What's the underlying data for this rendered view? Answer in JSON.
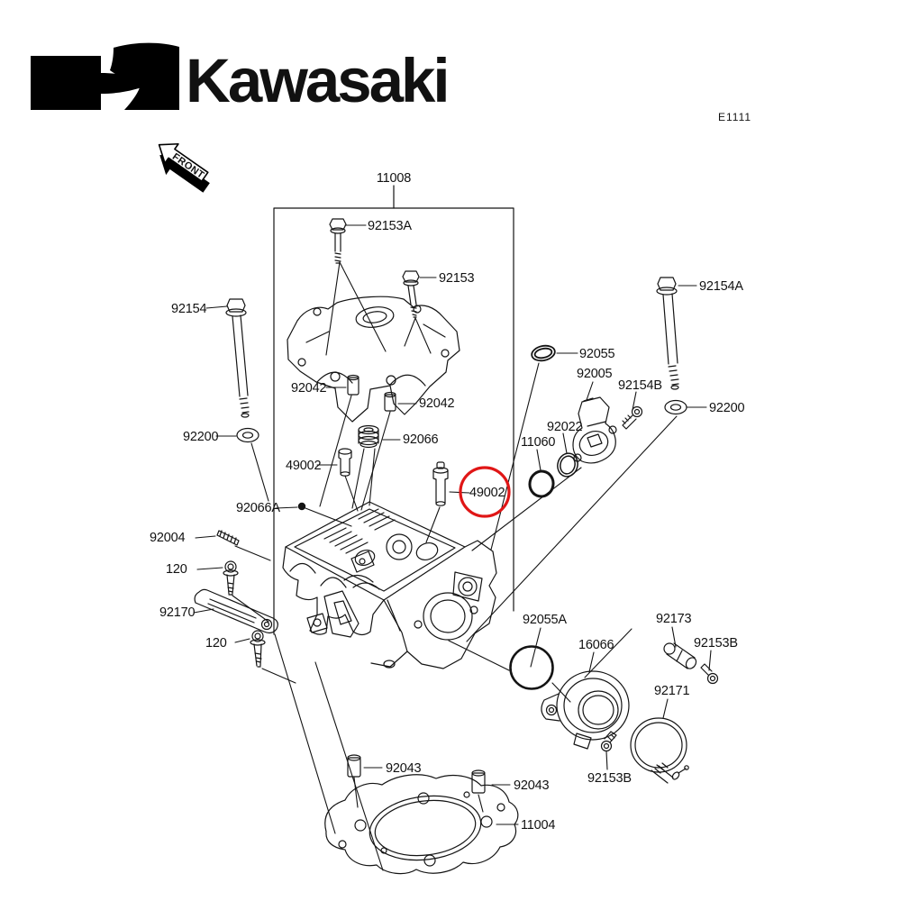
{
  "header": {
    "logo_text": "Kawasaki",
    "doc_code": "E1111",
    "front_label": "FRONT"
  },
  "diagram": {
    "assembly_label": "11008",
    "highlighted_part": "49002",
    "highlight_color": "#e01616",
    "line_color": "#141414",
    "labels": {
      "p11008": "11008",
      "p92153a": "92153A",
      "p92153": "92153",
      "p92154": "92154",
      "p92154a": "92154A",
      "p92154b": "92154B",
      "p92200_left": "92200",
      "p92200_right": "92200",
      "p92042_left": "92042",
      "p92042_right": "92042",
      "p92066": "92066",
      "p49002_left": "49002",
      "p49002_circled": "49002",
      "p92066a": "92066A",
      "p92004": "92004",
      "p120_upper": "120",
      "p120_lower": "120",
      "p92170": "92170",
      "p92055": "92055",
      "p92005": "92005",
      "p92022": "92022",
      "p11060": "11060",
      "p92055a": "92055A",
      "p16066": "16066",
      "p92173": "92173",
      "p92153b_upper": "92153B",
      "p92153b_lower": "92153B",
      "p92171": "92171",
      "p92043_left": "92043",
      "p92043_right": "92043",
      "p11004": "11004"
    }
  }
}
